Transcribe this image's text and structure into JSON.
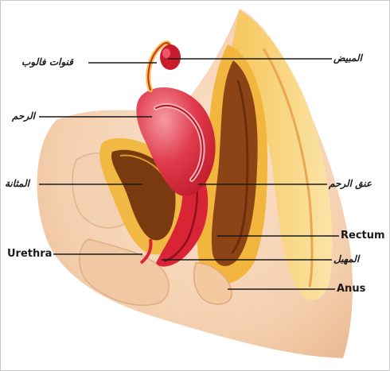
{
  "diagram": {
    "labels": {
      "fallopian_tubes": "قنوات فالوب",
      "ovary": "المبيض",
      "uterus": "الرحم",
      "bladder": "المثانة",
      "cervix": "عنق الرحم",
      "urethra": "Urethra",
      "rectum": "Rectum",
      "vagina": "المهبل",
      "anus": "Anus"
    },
    "colors": {
      "background": "#ffffff",
      "skin": "#f6d3b5",
      "tissue": "#efc09a",
      "fat": "#f3c34a",
      "organ_red": "#d82435",
      "organ_pink": "#ef6b7f",
      "rectum_brown": "#8a4418",
      "line": "#1a1a1a"
    }
  }
}
